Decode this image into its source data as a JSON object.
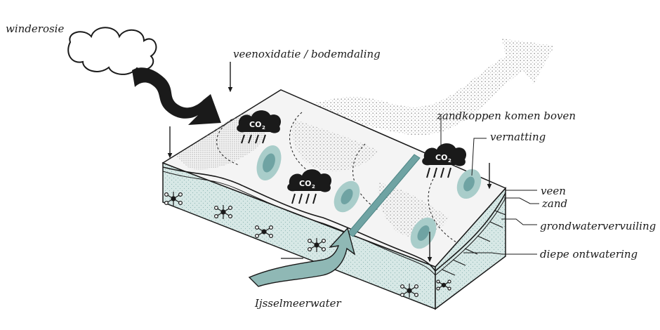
{
  "labels": {
    "winderosie": "winderosie",
    "veenoxidatie": "veenoxidatie  / bodemdaling",
    "zandkoppen": "zandkoppen komen boven",
    "vernatting": "vernatting",
    "veen": "veen",
    "zand": "zand",
    "grondwatervervuiling": "grondwatervervuiling",
    "diepe_ontwatering": "diepe ontwatering",
    "ijsselmeerwater": "Ijsselmeerwater"
  },
  "co2_label": "CO",
  "co2_subscript": "2",
  "colors": {
    "ink": "#1a1a1a",
    "teal": "#6fa3a3",
    "teal_light": "#d7e8e6",
    "teal_mid": "#a9cdca",
    "stipple": "#9a9a9a"
  },
  "icons": {
    "cloud": "cloud-icon",
    "co2_cloud": "co2-rain-cloud-icon",
    "wind_arrow": "wind-arrow-icon",
    "water_arrow": "water-inflow-arrow-icon",
    "dust_plume": "dust-plume-icon",
    "pollution": "pollutant-molecule-icon"
  }
}
